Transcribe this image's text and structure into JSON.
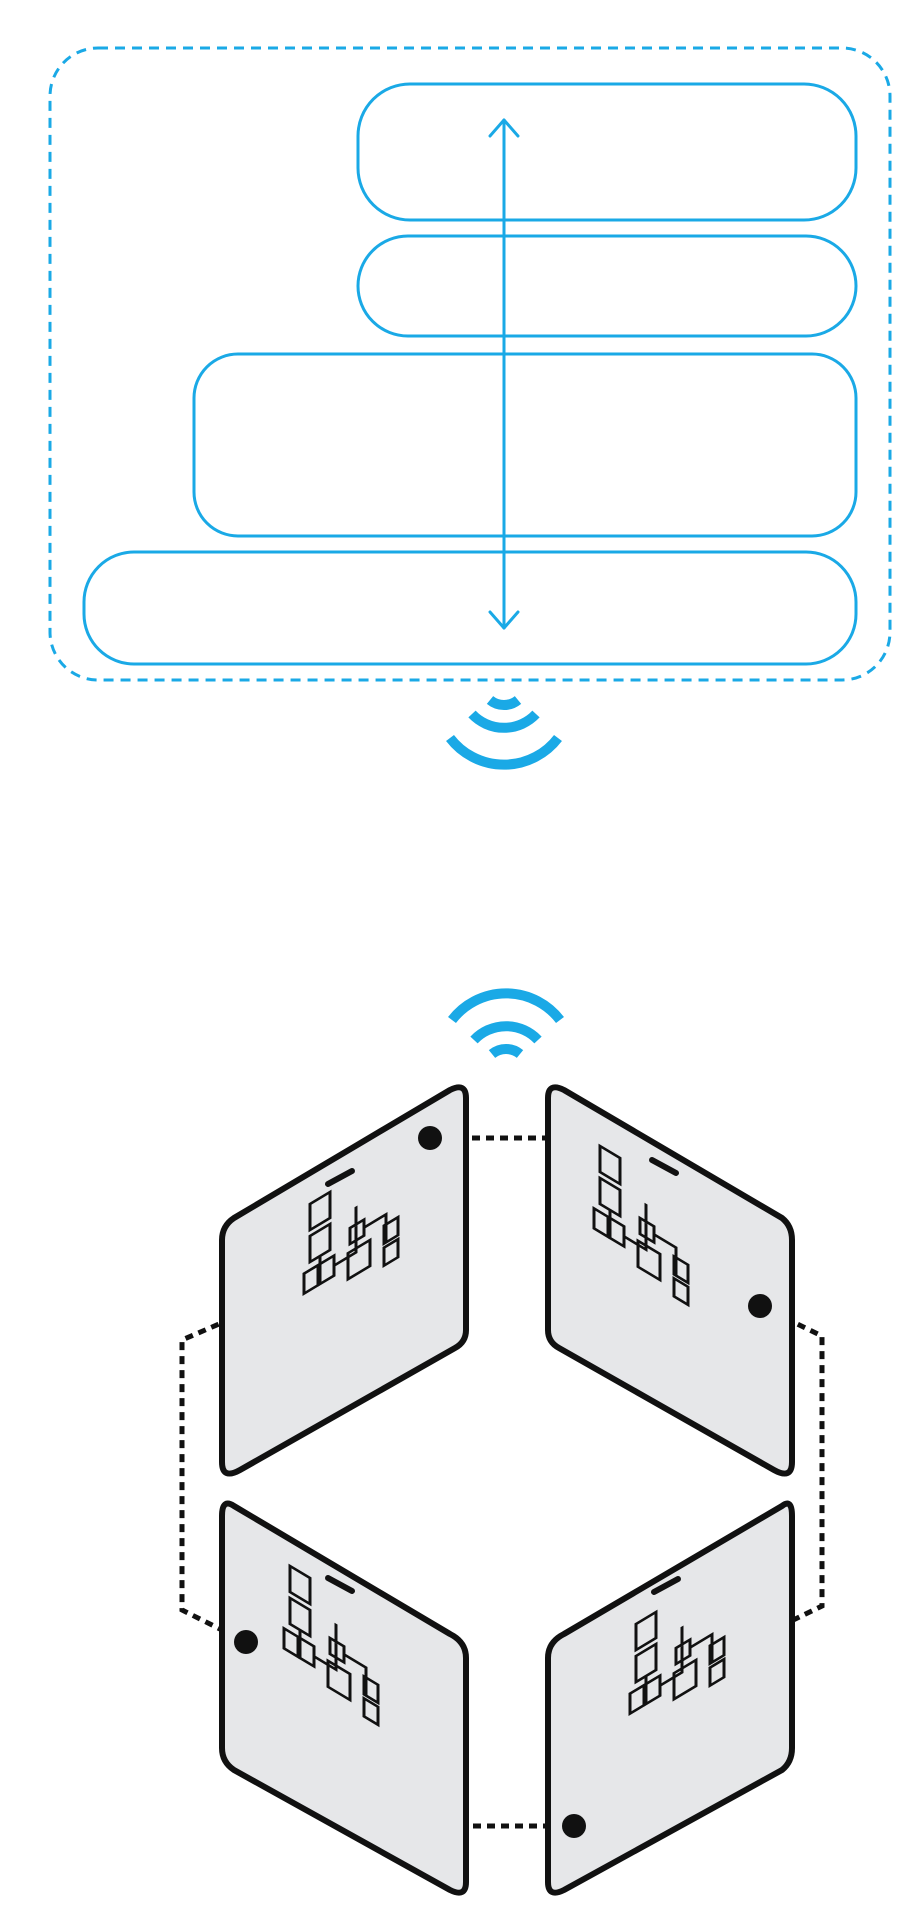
{
  "colors": {
    "accent": "#1aa9e6",
    "ink": "#111111",
    "panel_fill": "#e6e7e9",
    "background": "#ffffff"
  },
  "top_group": {
    "container": "dashed-rounded-frame",
    "bars": [
      "bar-1",
      "bar-2",
      "bar-3",
      "bar-4"
    ],
    "arrow": "vertical-double-arrow",
    "signal_icon": "wireless-signal-icon"
  },
  "bottom_group": {
    "signal_icon": "wireless-signal-icon",
    "panels": [
      "panel-top-left",
      "panel-top-right",
      "panel-bottom-left",
      "panel-bottom-right"
    ],
    "panel_icon": "flowchart-icon",
    "connections": "dotted-connector-lines"
  }
}
